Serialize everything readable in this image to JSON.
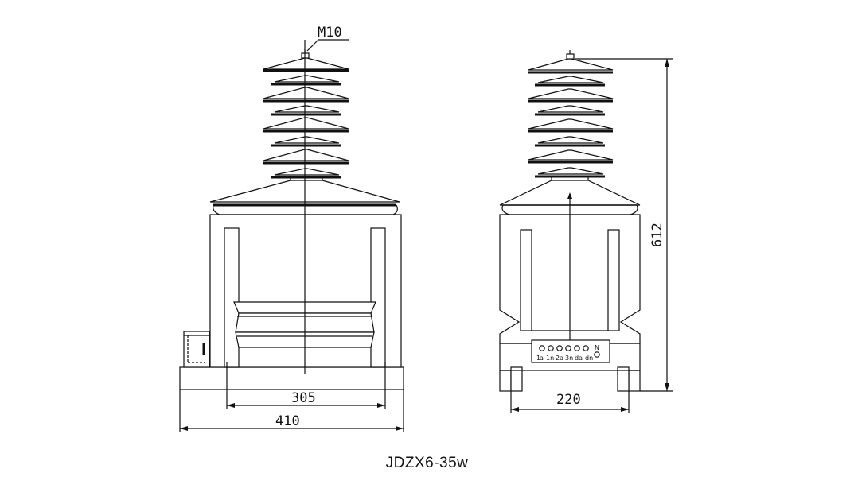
{
  "drawing": {
    "model_caption": "JDZX6-35w",
    "front_view": {
      "bolt_label": "M10",
      "dim_inner_width": "305",
      "dim_outer_width": "410"
    },
    "side_view": {
      "dim_base_width": "220",
      "dim_total_height": "612",
      "terminal_labels": [
        "a",
        "1n",
        "2a",
        "3n",
        "da",
        "dn",
        "N"
      ],
      "terminal_prefix": "1"
    }
  }
}
